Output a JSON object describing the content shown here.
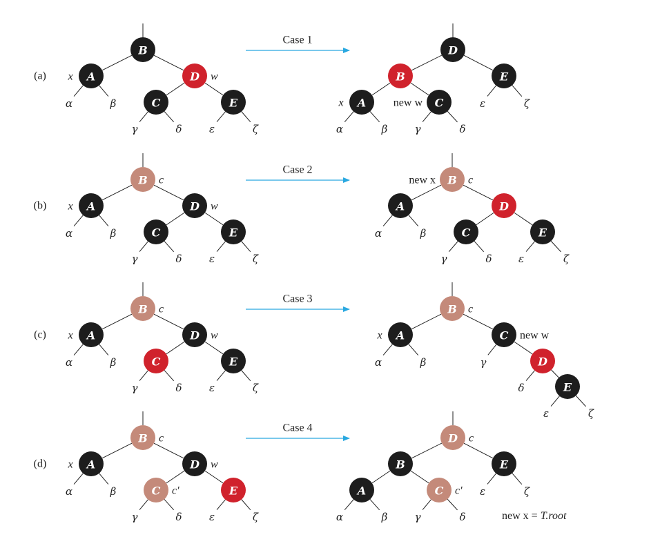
{
  "colors": {
    "black": "#1d1d1d",
    "red": "#d0222c",
    "brown": "#c48a7a",
    "arrow": "#29a8e0"
  },
  "panels": [
    {
      "label": "(a)",
      "case": "Case 1",
      "before": {
        "nodes": [
          {
            "letter": "B",
            "color": "black"
          },
          {
            "letter": "A",
            "color": "black",
            "label": "x"
          },
          {
            "letter": "D",
            "color": "red",
            "label": "w"
          },
          {
            "letter": "C",
            "color": "black"
          },
          {
            "letter": "E",
            "color": "black"
          }
        ],
        "subtrees": [
          "α",
          "β",
          "γ",
          "δ",
          "ε",
          "ζ"
        ]
      },
      "after": {
        "nodes": [
          {
            "letter": "D",
            "color": "black"
          },
          {
            "letter": "B",
            "color": "red"
          },
          {
            "letter": "E",
            "color": "black"
          },
          {
            "letter": "A",
            "color": "black",
            "label": "x"
          },
          {
            "letter": "C",
            "color": "black",
            "label": "new w"
          }
        ],
        "subtrees": [
          "α",
          "β",
          "γ",
          "δ",
          "ε",
          "ζ"
        ]
      }
    },
    {
      "label": "(b)",
      "case": "Case 2",
      "before": {
        "nodes": [
          {
            "letter": "B",
            "color": "brown",
            "label": "c"
          },
          {
            "letter": "A",
            "color": "black",
            "label": "x"
          },
          {
            "letter": "D",
            "color": "black",
            "label": "w"
          },
          {
            "letter": "C",
            "color": "black"
          },
          {
            "letter": "E",
            "color": "black"
          }
        ],
        "subtrees": [
          "α",
          "β",
          "γ",
          "δ",
          "ε",
          "ζ"
        ]
      },
      "after": {
        "nodes": [
          {
            "letter": "B",
            "color": "brown",
            "label": "c",
            "label_left": "new x"
          },
          {
            "letter": "A",
            "color": "black"
          },
          {
            "letter": "D",
            "color": "red"
          },
          {
            "letter": "C",
            "color": "black"
          },
          {
            "letter": "E",
            "color": "black"
          }
        ],
        "subtrees": [
          "α",
          "β",
          "γ",
          "δ",
          "ε",
          "ζ"
        ]
      }
    },
    {
      "label": "(c)",
      "case": "Case 3",
      "before": {
        "nodes": [
          {
            "letter": "B",
            "color": "brown",
            "label": "c"
          },
          {
            "letter": "A",
            "color": "black",
            "label": "x"
          },
          {
            "letter": "D",
            "color": "black",
            "label": "w"
          },
          {
            "letter": "C",
            "color": "red"
          },
          {
            "letter": "E",
            "color": "black"
          }
        ],
        "subtrees": [
          "α",
          "β",
          "γ",
          "δ",
          "ε",
          "ζ"
        ]
      },
      "after": {
        "nodes": [
          {
            "letter": "B",
            "color": "brown",
            "label": "c"
          },
          {
            "letter": "A",
            "color": "black",
            "label": "x"
          },
          {
            "letter": "C",
            "color": "black",
            "label": "new w"
          },
          {
            "letter": "D",
            "color": "red"
          },
          {
            "letter": "E",
            "color": "black"
          }
        ],
        "subtrees": [
          "α",
          "β",
          "γ",
          "δ",
          "ε",
          "ζ"
        ]
      }
    },
    {
      "label": "(d)",
      "case": "Case 4",
      "before": {
        "nodes": [
          {
            "letter": "B",
            "color": "brown",
            "label": "c"
          },
          {
            "letter": "A",
            "color": "black",
            "label": "x"
          },
          {
            "letter": "D",
            "color": "black",
            "label": "w"
          },
          {
            "letter": "C",
            "color": "brown",
            "label": "c′"
          },
          {
            "letter": "E",
            "color": "red"
          }
        ],
        "subtrees": [
          "α",
          "β",
          "γ",
          "δ",
          "ε",
          "ζ"
        ]
      },
      "after": {
        "nodes": [
          {
            "letter": "D",
            "color": "brown",
            "label": "c"
          },
          {
            "letter": "B",
            "color": "black"
          },
          {
            "letter": "E",
            "color": "black"
          },
          {
            "letter": "A",
            "color": "black"
          },
          {
            "letter": "C",
            "color": "brown",
            "label": "c′"
          }
        ],
        "subtrees": [
          "α",
          "β",
          "γ",
          "δ",
          "ε",
          "ζ"
        ],
        "note_prefix": "new x = ",
        "note_value": "T.root"
      }
    }
  ]
}
